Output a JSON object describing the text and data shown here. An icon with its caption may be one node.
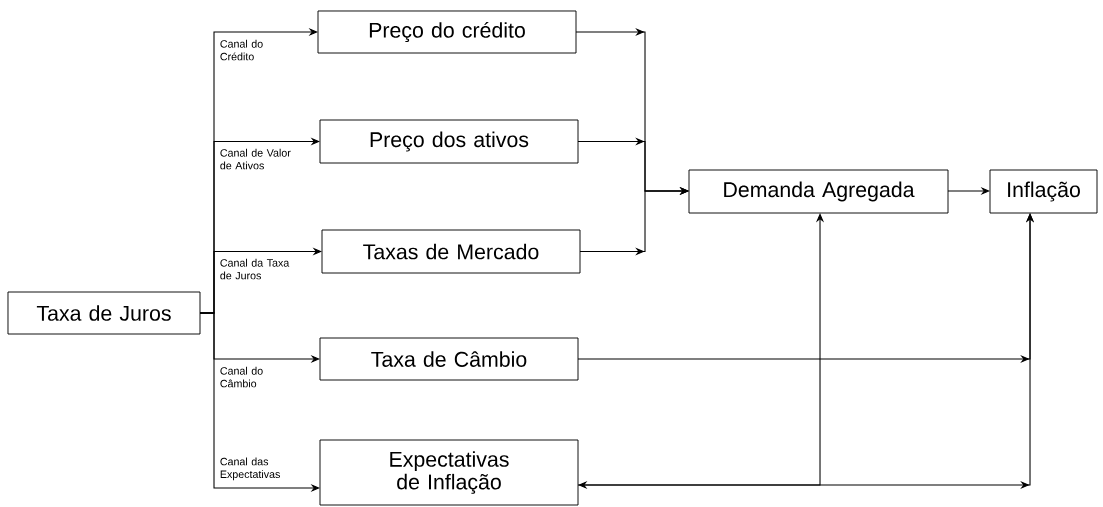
{
  "diagram": {
    "nodes": [
      {
        "text": [
          "Taxa de Juros"
        ]
      },
      {
        "text": [
          "Preço do crédito"
        ]
      },
      {
        "text": [
          "Preço dos ativos"
        ]
      },
      {
        "text": [
          "Taxas de Mercado"
        ]
      },
      {
        "text": [
          "Taxa de Câmbio"
        ]
      },
      {
        "text": [
          "Expectativas de Inflação"
        ]
      },
      {
        "text": [
          "Demanda Agregada"
        ]
      },
      {
        "text": [
          "Inflação"
        ]
      }
    ],
    "edges": [
      {
        "from": 0,
        "to": 1,
        "arrow": "to",
        "label": "Canal do Crédito"
      },
      {
        "from": 0,
        "to": 2,
        "arrow": "to",
        "label": "Canal de Valor de Ativos"
      },
      {
        "from": 0,
        "to": 3,
        "arrow": "to",
        "label": "Canal da Taxa de Juros"
      },
      {
        "from": 0,
        "to": 4,
        "arrow": "to",
        "label": "Canal do Câmbio"
      },
      {
        "from": 0,
        "to": 5,
        "arrow": "to",
        "label": "Canal das Expectativas"
      },
      {
        "from": 1,
        "to": 6,
        "arrow": "to"
      },
      {
        "from": 2,
        "to": 6,
        "arrow": "to"
      },
      {
        "from": 3,
        "to": 6,
        "arrow": "to"
      },
      {
        "from": 6,
        "to": 7,
        "arrow": "to"
      },
      {
        "from": 4,
        "to": 7,
        "arrow": "to"
      },
      {
        "from": 5,
        "to": 6,
        "arrow": "both"
      },
      {
        "from": 5,
        "to": 7,
        "arrow": "to"
      }
    ]
  }
}
